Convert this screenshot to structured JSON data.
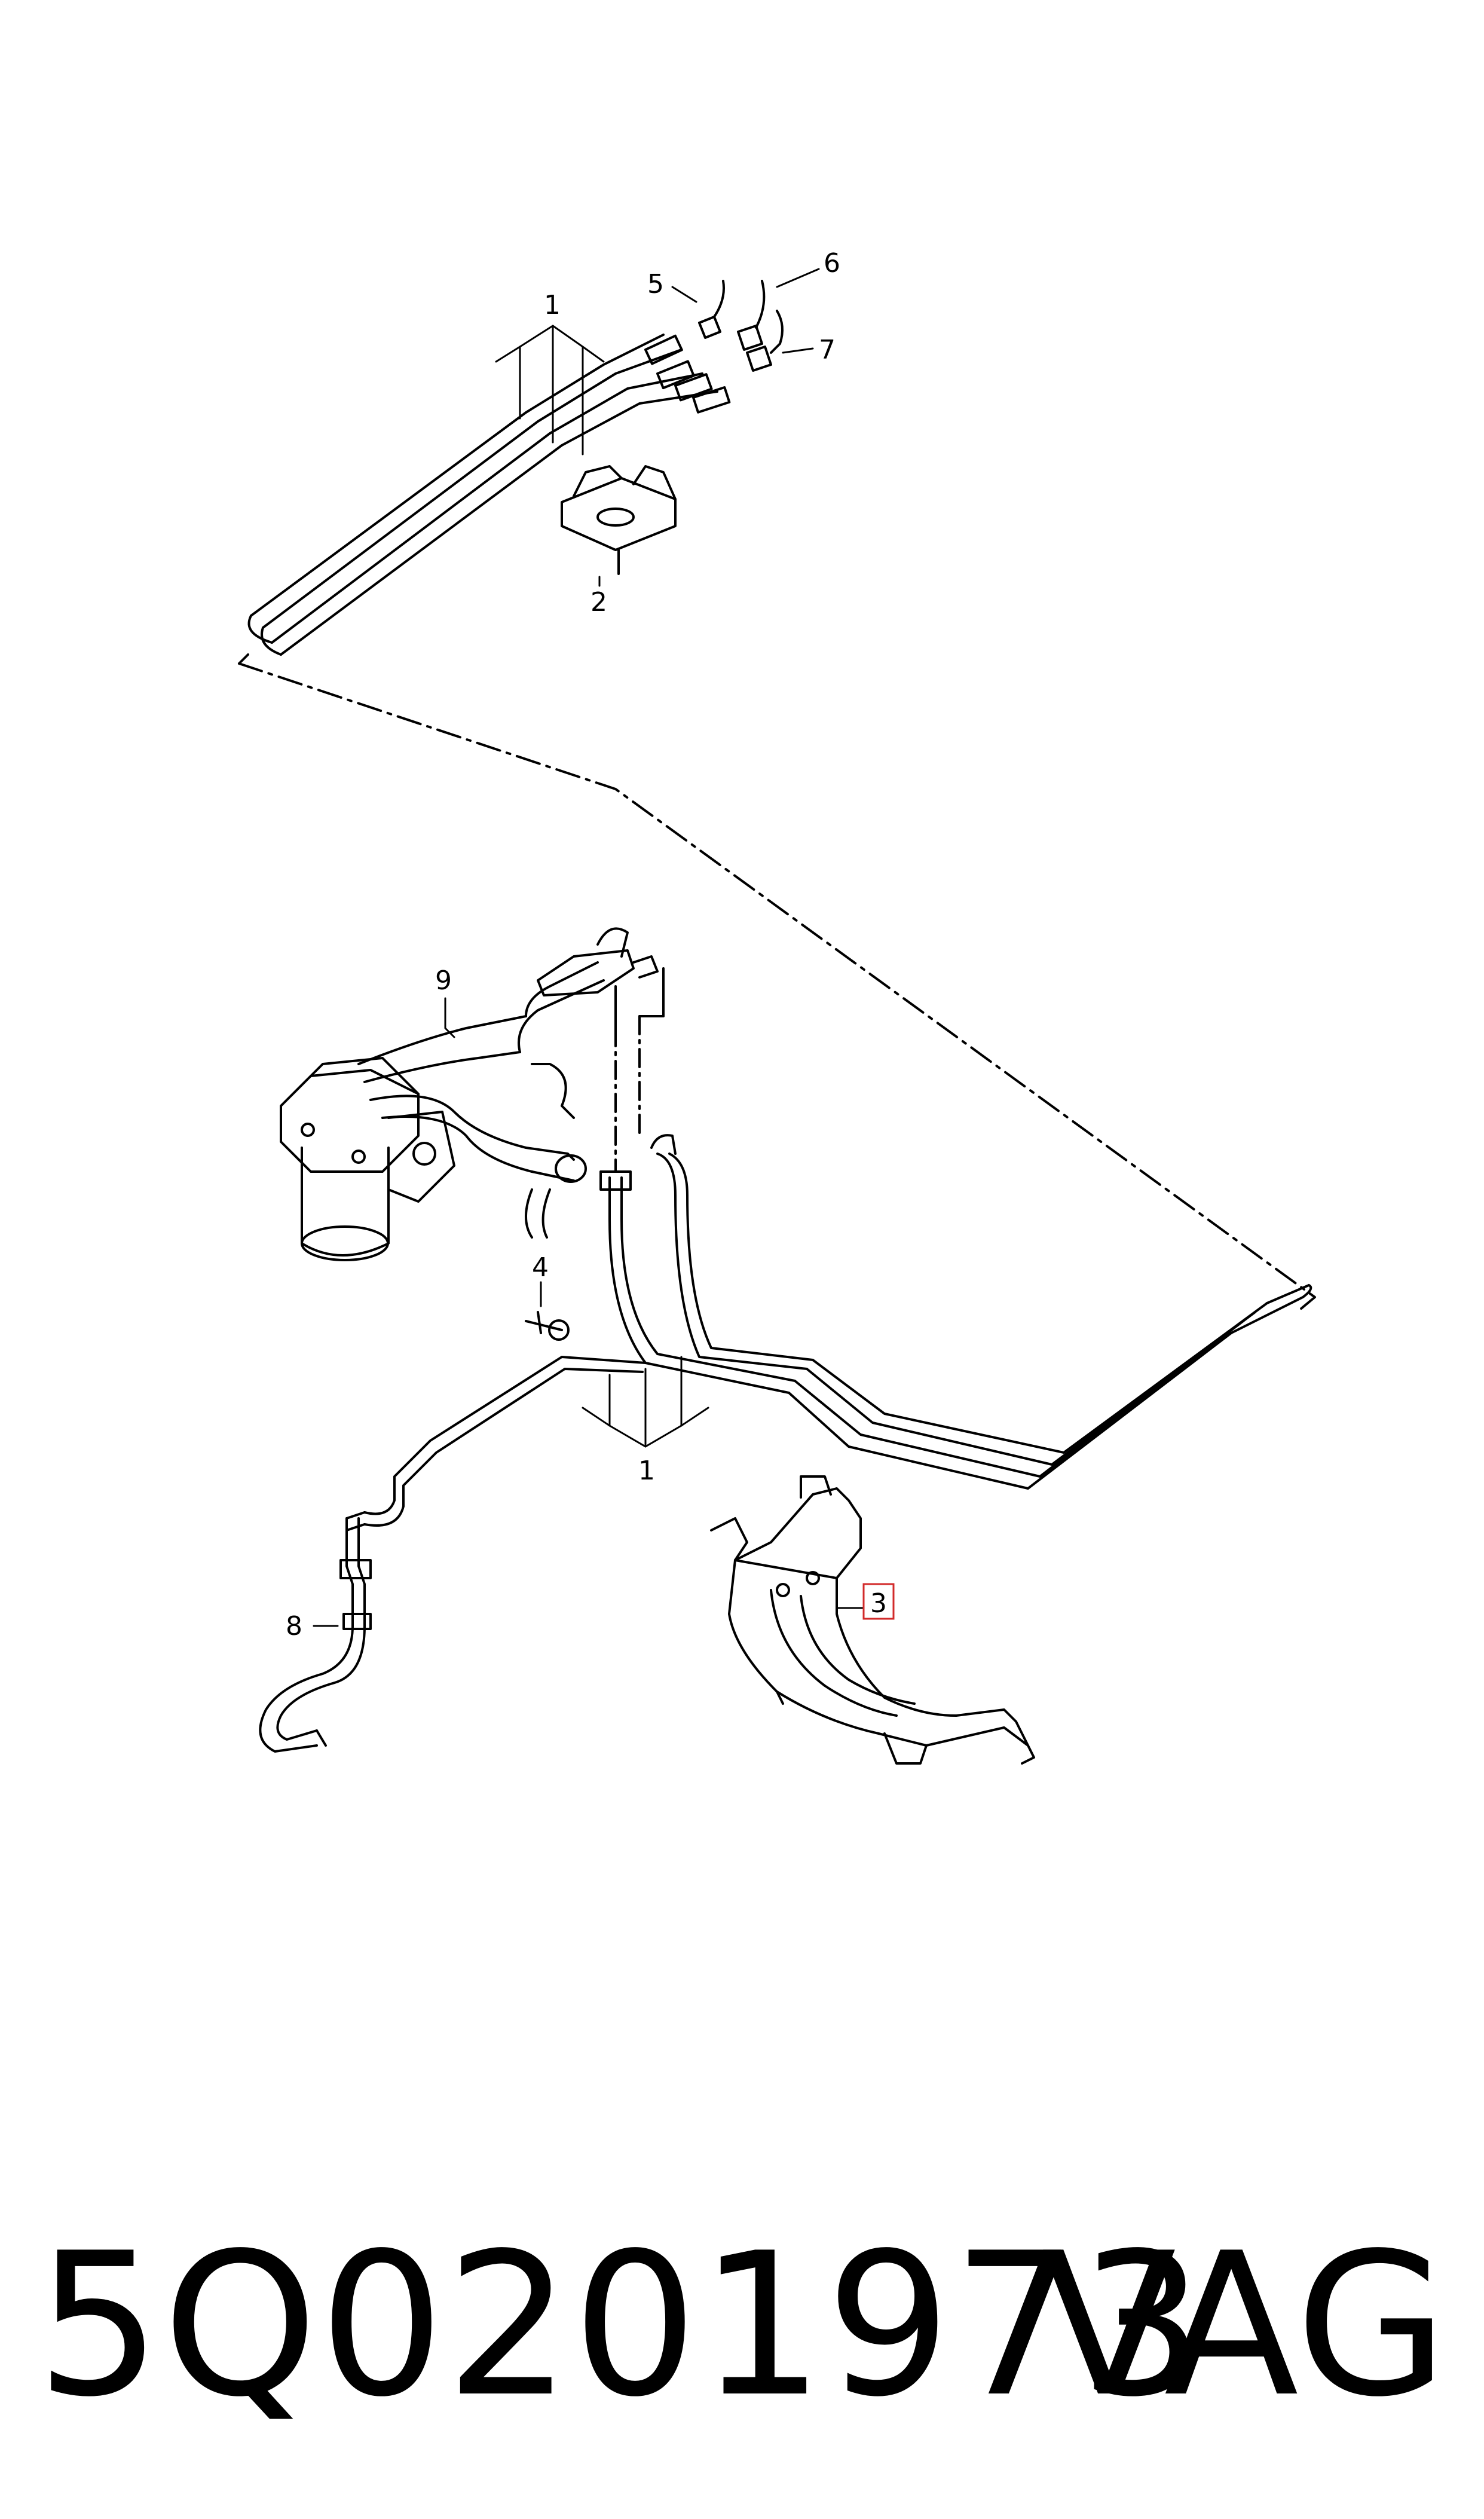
{
  "callouts": [
    {
      "id": "c1a",
      "text": "1"
    },
    {
      "id": "c2",
      "text": "2"
    },
    {
      "id": "c5",
      "text": "5"
    },
    {
      "id": "c6",
      "text": "6"
    },
    {
      "id": "c7",
      "text": "7"
    },
    {
      "id": "c9",
      "text": "9"
    },
    {
      "id": "c4",
      "text": "4"
    },
    {
      "id": "c1b",
      "text": "1"
    },
    {
      "id": "c8",
      "text": "8"
    },
    {
      "id": "c3",
      "text": "3"
    }
  ],
  "highlight_color": "#d22a2a",
  "footer": {
    "part_number": "5Q0201973",
    "brand": "VAG"
  }
}
